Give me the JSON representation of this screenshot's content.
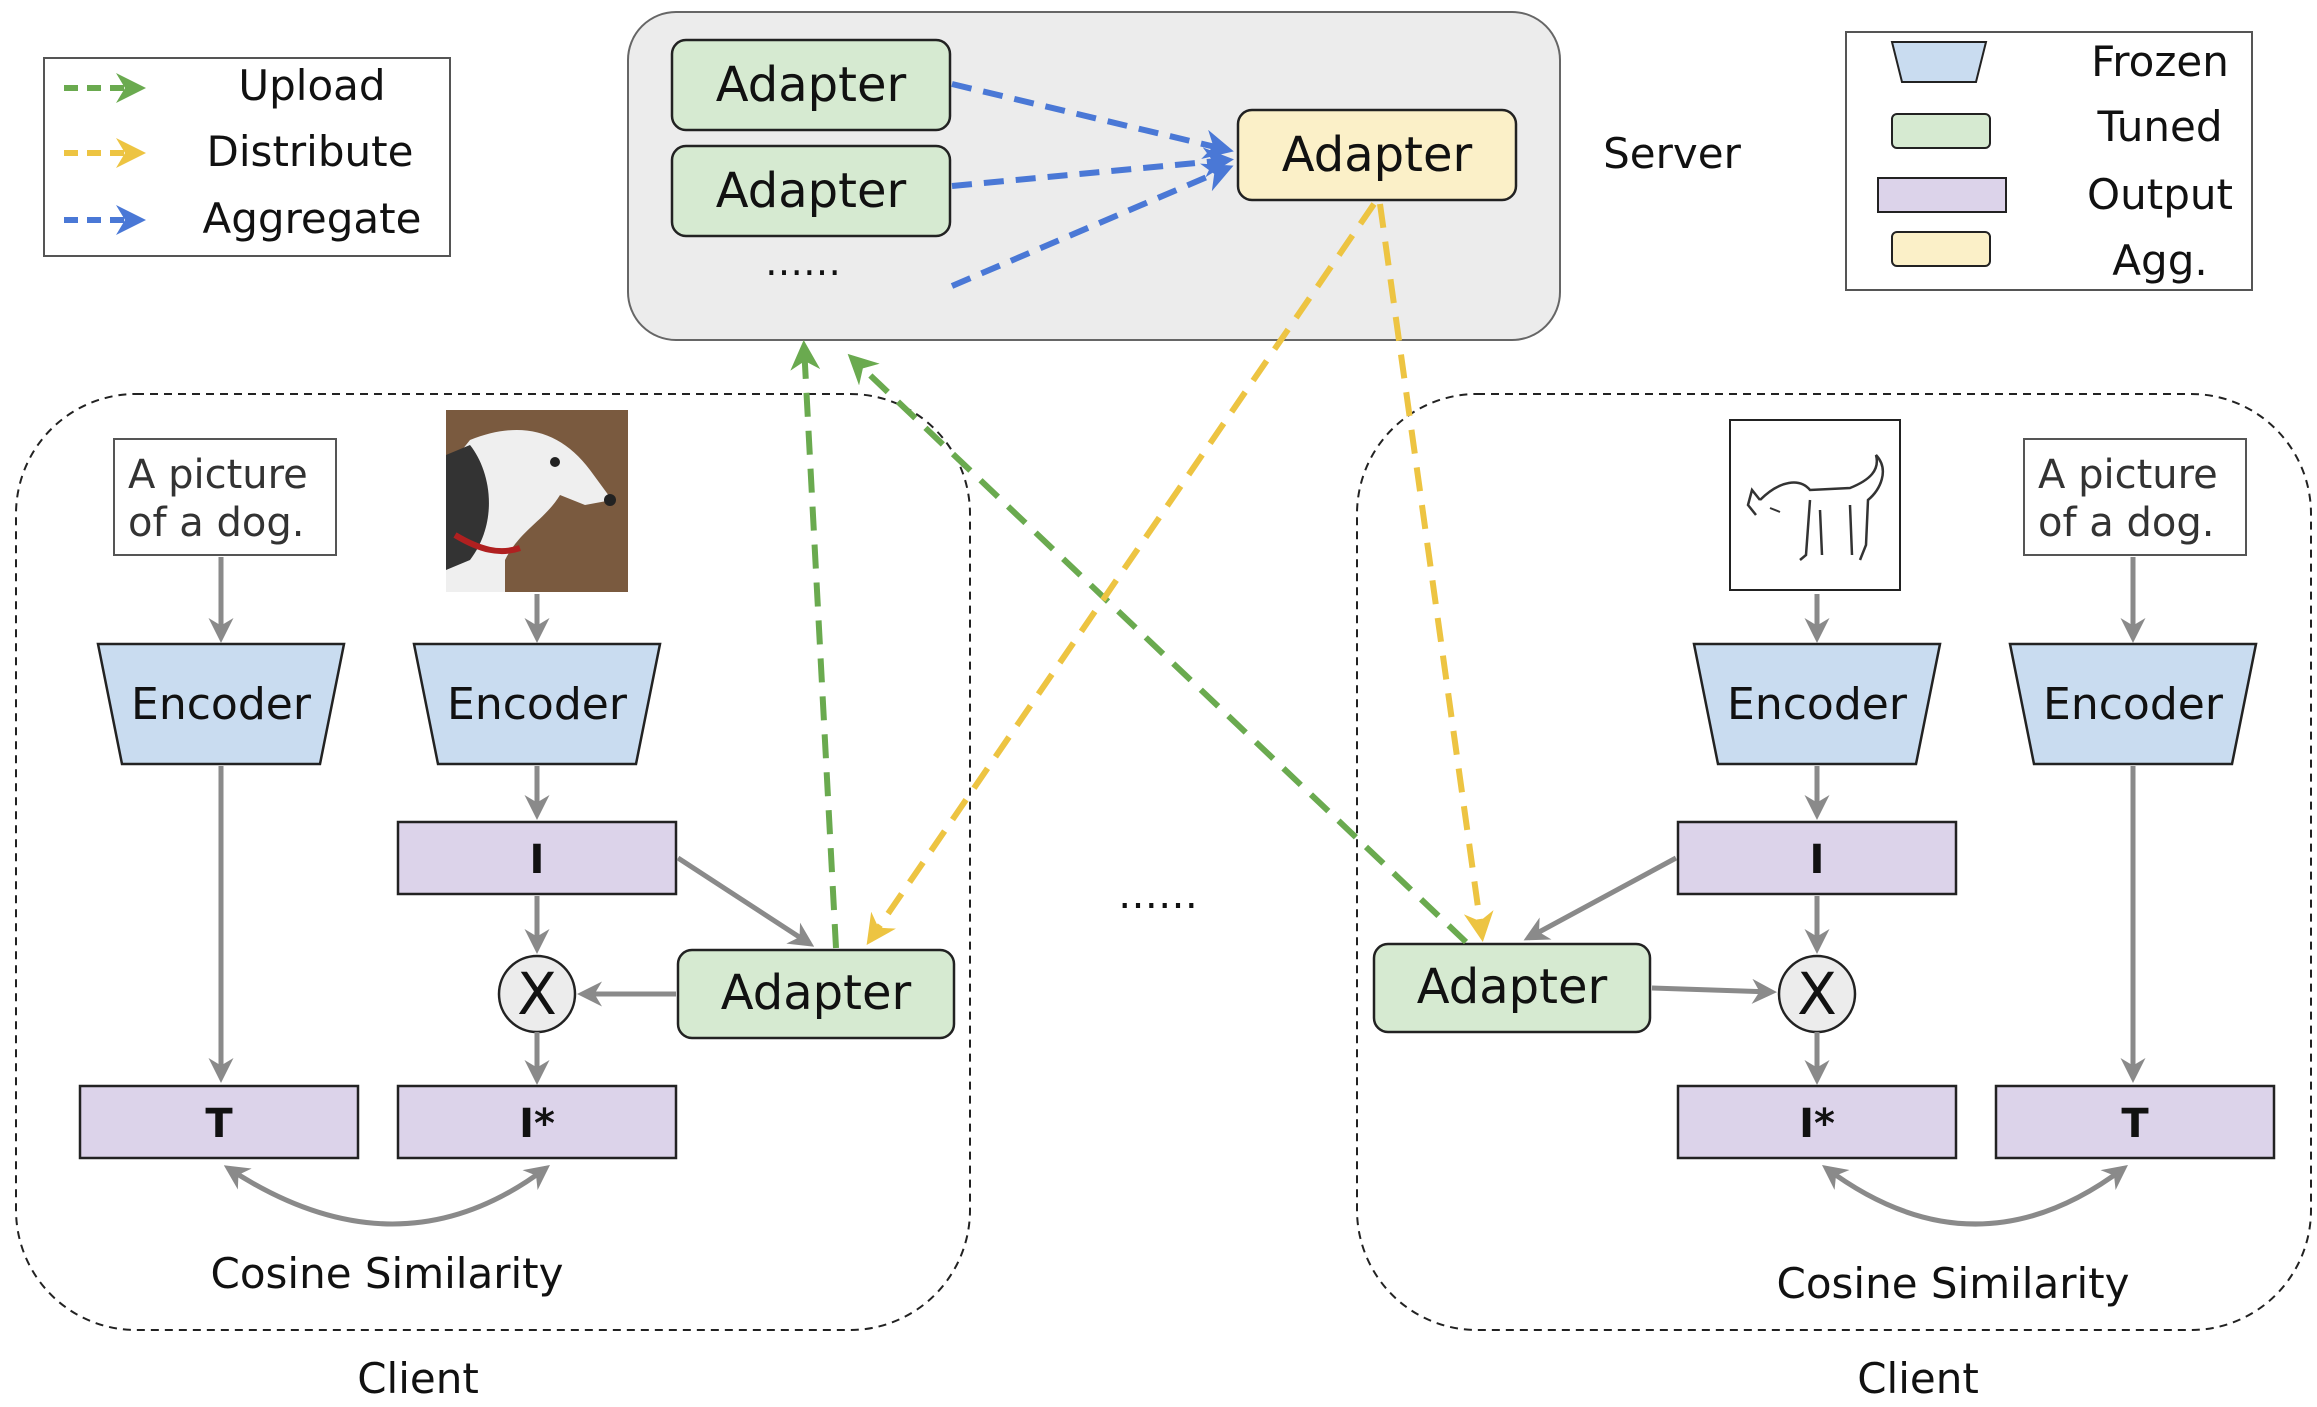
{
  "colors": {
    "frozen": "#c9dcf0",
    "tuned": "#d6ead1",
    "output": "#dcd3ea",
    "agg": "#fbf0c8",
    "upload_arrow": "#6aaa4f",
    "distribute_arrow": "#edc442",
    "aggregate_arrow": "#4a78d6",
    "gray_arrow": "#8a8a8a",
    "server_bg": "#ececec"
  },
  "legend_arrows": {
    "upload": "Upload",
    "distribute": "Distribute",
    "aggregate": "Aggregate"
  },
  "legend_boxes": {
    "frozen": "Frozen",
    "tuned": "Tuned",
    "output": "Output",
    "agg": "Agg."
  },
  "server": {
    "label": "Server",
    "adapter_1": "Adapter",
    "adapter_2": "Adapter",
    "ellipsis": "……",
    "agg_adapter": "Adapter"
  },
  "left_client": {
    "label": "Client",
    "text_prompt_line1": "A picture",
    "text_prompt_line2": "of a dog.",
    "text_encoder": "Encoder",
    "image_encoder": "Encoder",
    "image_feature": "I",
    "multiply": "X",
    "adapter": "Adapter",
    "text_feature": "T",
    "adapted_feature": "I*",
    "similarity": "Cosine Similarity",
    "image_icon": "dog-painting-icon"
  },
  "right_client": {
    "label": "Client",
    "text_prompt_line1": "A picture",
    "text_prompt_line2": "of a dog.",
    "text_encoder": "Encoder",
    "image_encoder": "Encoder",
    "image_feature": "I",
    "multiply": "X",
    "adapter": "Adapter",
    "text_feature": "T",
    "adapted_feature": "I*",
    "similarity": "Cosine Similarity",
    "image_icon": "dog-sketch-icon"
  },
  "middle_ellipsis": "……"
}
